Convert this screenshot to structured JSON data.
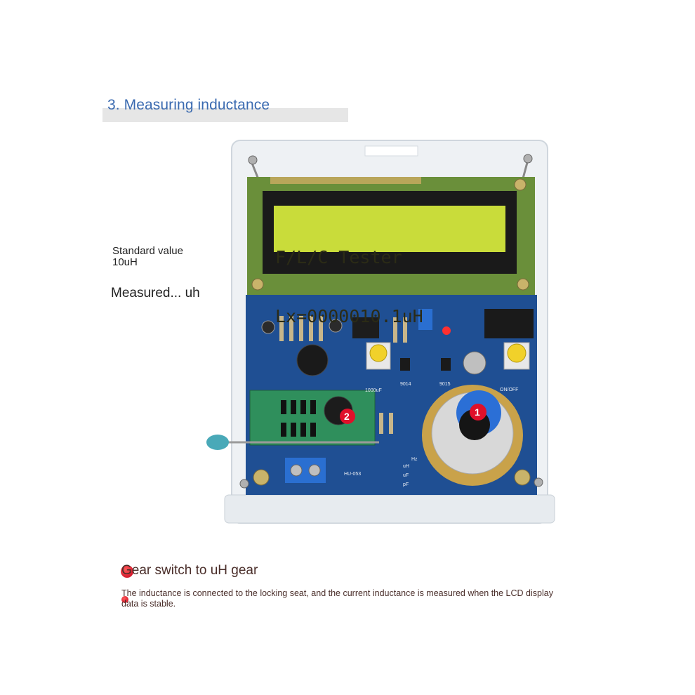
{
  "title": "3. Measuring inductance",
  "standard_value": {
    "line1": "Standard value",
    "line2": "10uH"
  },
  "measured_label": "Measured... uh",
  "lcd": {
    "line1": "F/L/C Tester",
    "line2": "Lx=0000010.1uH"
  },
  "markers": {
    "knob": "1",
    "socket": "2"
  },
  "pcb_labels": {
    "on_off": "ON/OFF",
    "board_id": "HU-053",
    "hz": "Hz",
    "uh": "uH",
    "uf": "uF",
    "pf": "pF",
    "cap": "1000uF",
    "q1": "9014",
    "q2": "9015"
  },
  "instructions": {
    "heading": "Gear switch to uH gear",
    "body": "The inductance is connected to the locking seat, and the current inductance is measured when the LCD display data is stable."
  },
  "colors": {
    "title": "#3a6ab0",
    "pcb": "#1f4f93",
    "lcd": "#c9dc3a",
    "marker": "#e0102a"
  }
}
